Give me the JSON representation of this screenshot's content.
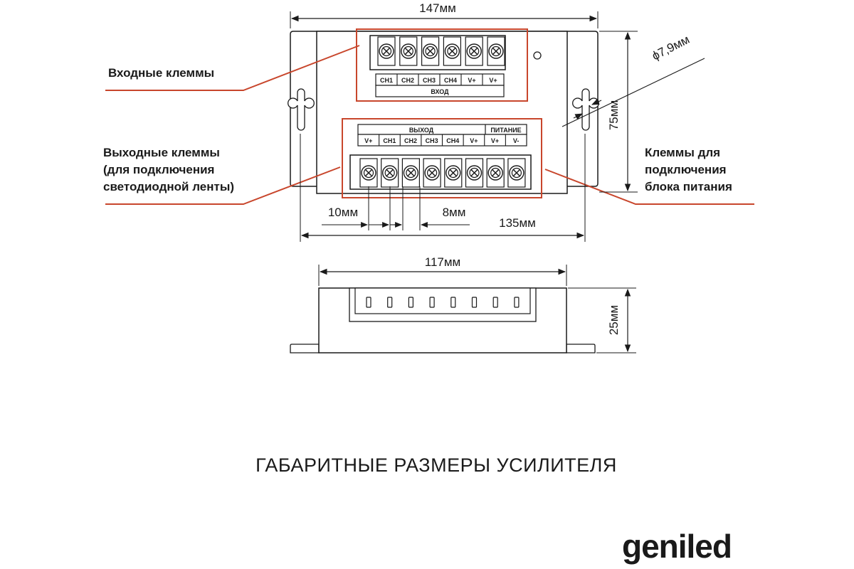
{
  "colors": {
    "accent": "#c8462c",
    "ink": "#1a1a1a"
  },
  "callouts": {
    "input_terminals": [
      "Входные клеммы"
    ],
    "output_terminals": [
      "Выходные клеммы",
      "(для подключения",
      "светодиодной ленты)"
    ],
    "power_terminals": [
      "Клеммы для",
      "подключения",
      "блока питания"
    ]
  },
  "input_block": {
    "channels": [
      "CH1",
      "CH2",
      "CH3",
      "CH4",
      "V+",
      "V+"
    ],
    "group_label": "ВХОД"
  },
  "output_block": {
    "group_out": "ВЫХОД",
    "group_power": "ПИТАНИЕ",
    "channels": [
      "V+",
      "CH1",
      "CH2",
      "CH3",
      "CH4",
      "V+",
      "V+",
      "V-"
    ]
  },
  "dimensions": {
    "width_total": "147мм",
    "height_total": "75мм",
    "hole_diameter": "ϕ7,9мм",
    "pitch_10": "10мм",
    "pitch_8": "8мм",
    "mount_spacing": "135мм",
    "body_width": "117мм",
    "body_height": "25мм"
  },
  "caption": "ГАБАРИТНЫЕ РАЗМЕРЫ УСИЛИТЕЛЯ",
  "brand": "geniled"
}
